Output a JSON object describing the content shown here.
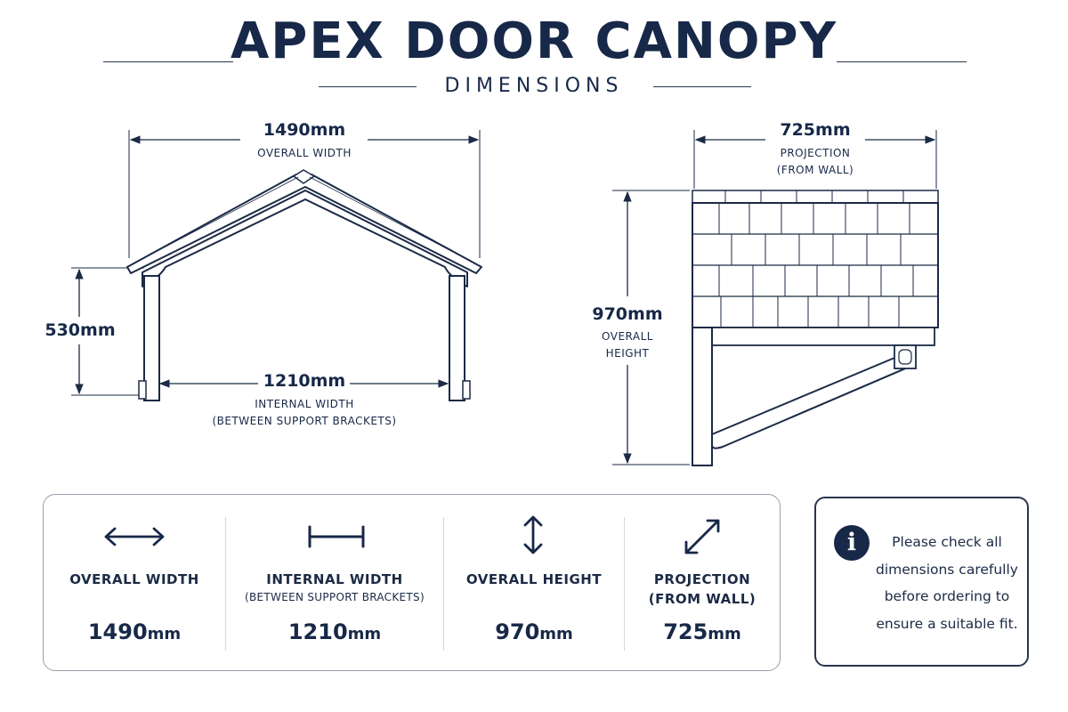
{
  "header": {
    "title": "APEX DOOR CANOPY",
    "subtitle": "DIMENSIONS"
  },
  "front_view": {
    "overall_width_value": "1490mm",
    "overall_width_label": "OVERALL WIDTH",
    "height_value": "530mm",
    "internal_width_value": "1210mm",
    "internal_width_label_1": "INTERNAL WIDTH",
    "internal_width_label_2": "(BETWEEN SUPPORT BRACKETS)"
  },
  "side_view": {
    "projection_value": "725mm",
    "projection_label_1": "PROJECTION",
    "projection_label_2": "(FROM WALL)",
    "height_value": "970mm",
    "height_label_1": "OVERALL",
    "height_label_2": "HEIGHT"
  },
  "specs": [
    {
      "icon": "double-arrow-horizontal-icon",
      "label": "OVERALL WIDTH",
      "sublabel": "",
      "number": "1490",
      "unit": "mm"
    },
    {
      "icon": "width-bracket-icon",
      "label": "INTERNAL WIDTH",
      "sublabel": "(BETWEEN SUPPORT BRACKETS)",
      "number": "1210",
      "unit": "mm"
    },
    {
      "icon": "double-arrow-vertical-icon",
      "label": "OVERALL HEIGHT",
      "sublabel": "",
      "number": "970",
      "unit": "mm"
    },
    {
      "icon": "double-arrow-diagonal-icon",
      "label": "PROJECTION",
      "sublabel": "(FROM WALL)",
      "number": "725",
      "unit": "mm"
    }
  ],
  "note": {
    "icon": "info-icon",
    "icon_glyph": "i",
    "text_lines": [
      "Please check all",
      "dimensions carefully",
      "before ordering to",
      "ensure a suitable fit."
    ]
  },
  "colors": {
    "navy": "#172848",
    "line": "#2a3550",
    "border": "#9aa1ad"
  }
}
